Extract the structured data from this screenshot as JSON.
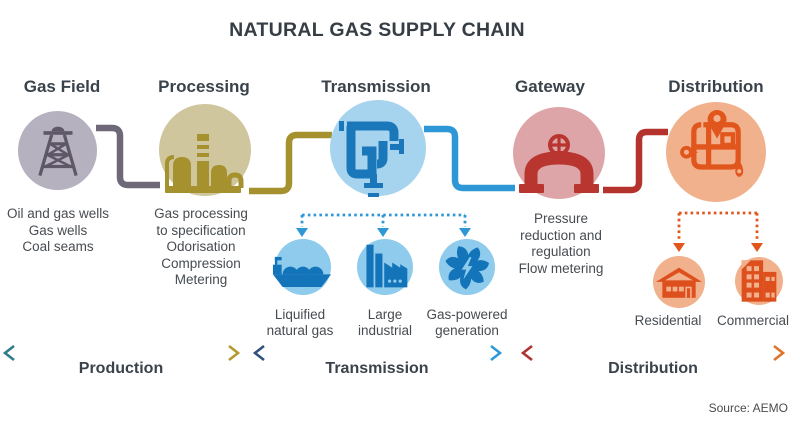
{
  "title": "NATURAL GAS SUPPLY CHAIN",
  "source": "Source: AEMO",
  "stages": [
    {
      "label": "Gas Field",
      "description": "Oil and gas wells\nGas wells\nCoal seams",
      "icon": "oil-derrick-icon"
    },
    {
      "label": "Processing",
      "description": "Gas processing\nto specification\nOdorisation\nCompression\nMetering",
      "icon": "gas-plant-icon"
    },
    {
      "label": "Transmission",
      "description": "",
      "icon": "pipe-network-icon"
    },
    {
      "label": "Gateway",
      "description": "Pressure\nreduction and\nregulation\nFlow metering",
      "icon": "valve-station-icon"
    },
    {
      "label": "Distribution",
      "description": "",
      "icon": "map-route-icon"
    }
  ],
  "transmission_outputs": [
    {
      "label": "Liquified\nnatural gas",
      "icon": "lng-ship-icon"
    },
    {
      "label": "Large\nindustrial",
      "icon": "industrial-factory-icon"
    },
    {
      "label": "Gas-powered\ngeneration",
      "icon": "turbine-icon"
    }
  ],
  "distribution_outputs": [
    {
      "label": "Residential",
      "icon": "house-icon"
    },
    {
      "label": "Commercial",
      "icon": "building-icon"
    }
  ],
  "flow_phases": [
    {
      "label": "Production"
    },
    {
      "label": "Transmission"
    },
    {
      "label": "Distribution"
    }
  ],
  "colors": {
    "title_text": "#363d45",
    "body_text": "#474c51",
    "gas_field_circle": "#b6b1bf",
    "gas_field_icon": "#5d5768",
    "pipe_gray": "#6e6878",
    "processing_circle": "#cfc69e",
    "processing_icon": "#a5912e",
    "transmission_circle": "#a6d4ee",
    "transmission_icon": "#1a78ba",
    "pipe_blue": "#2e97d6",
    "sub_circle_blue": "#8ecbec",
    "gateway_circle": "#dda5a7",
    "gateway_icon": "#b9352f",
    "pipe_red": "#b5332d",
    "distribution_circle": "#f2b18d",
    "distribution_icon": "#e0561c",
    "arrow_production": [
      "#2e7d8a",
      "#b3992f"
    ],
    "arrow_transmission": [
      "#31517e",
      "#2f9ad8"
    ],
    "arrow_distribution": [
      "#ad3431",
      "#df7428"
    ]
  }
}
